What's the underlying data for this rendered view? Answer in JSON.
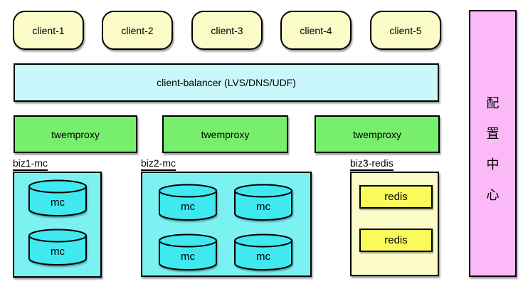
{
  "clients": [
    {
      "label": "client-1"
    },
    {
      "label": "client-2"
    },
    {
      "label": "client-3"
    },
    {
      "label": "client-4"
    },
    {
      "label": "client-5"
    }
  ],
  "balancer": {
    "label": "client-balancer (LVS/DNS/UDF)"
  },
  "proxies": [
    {
      "label": "twemproxy"
    },
    {
      "label": "twemproxy"
    },
    {
      "label": "twemproxy"
    }
  ],
  "groups": [
    {
      "name": "biz1-mc",
      "nodes": [
        {
          "label": "mc",
          "type": "cylinder"
        },
        {
          "label": "mc",
          "type": "cylinder"
        }
      ]
    },
    {
      "name": "biz2-mc",
      "nodes": [
        {
          "label": "mc",
          "type": "cylinder"
        },
        {
          "label": "mc",
          "type": "cylinder"
        },
        {
          "label": "mc",
          "type": "cylinder"
        },
        {
          "label": "mc",
          "type": "cylinder"
        }
      ]
    },
    {
      "name": "biz3-redis",
      "nodes": [
        {
          "label": "redis",
          "type": "box"
        },
        {
          "label": "redis",
          "type": "box"
        }
      ]
    }
  ],
  "config_center": {
    "label": "配置中心",
    "chars": [
      "配",
      "置",
      "中",
      "心"
    ]
  },
  "colors": {
    "client_fill": "#FCFCC9",
    "balancer_fill": "#C9F7FB",
    "proxy_fill": "#77EF6C",
    "mc_group_fill": "#7CF1F1",
    "cylinder_fill": "#40E8F0",
    "redis_group_fill": "#FCFCC9",
    "redis_fill": "#FAFA5A",
    "config_fill": "#FBB9F7",
    "border": "#000000"
  }
}
